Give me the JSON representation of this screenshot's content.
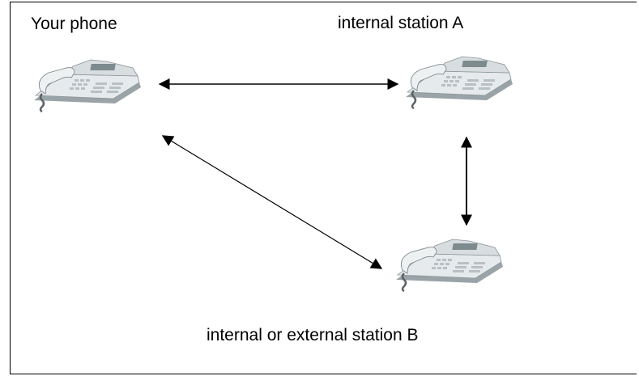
{
  "labels": {
    "your_phone": "Your phone",
    "station_a": "internal station A",
    "station_b": "internal or external station B"
  },
  "nodes": [
    {
      "id": "your_phone",
      "icon": "desk-phone-icon"
    },
    {
      "id": "station_a",
      "icon": "desk-phone-icon"
    },
    {
      "id": "station_b",
      "icon": "desk-phone-icon"
    }
  ],
  "connections": [
    {
      "from": "your_phone",
      "to": "station_a",
      "style": "bidirectional"
    },
    {
      "from": "station_a",
      "to": "station_b",
      "style": "bidirectional"
    },
    {
      "from": "your_phone",
      "to": "station_b",
      "style": "bidirectional"
    }
  ],
  "colors": {
    "line": "#000000",
    "phone_body": "#e4e8ea",
    "phone_shadow": "#a9b1b5",
    "display": "#7d8a8e"
  }
}
